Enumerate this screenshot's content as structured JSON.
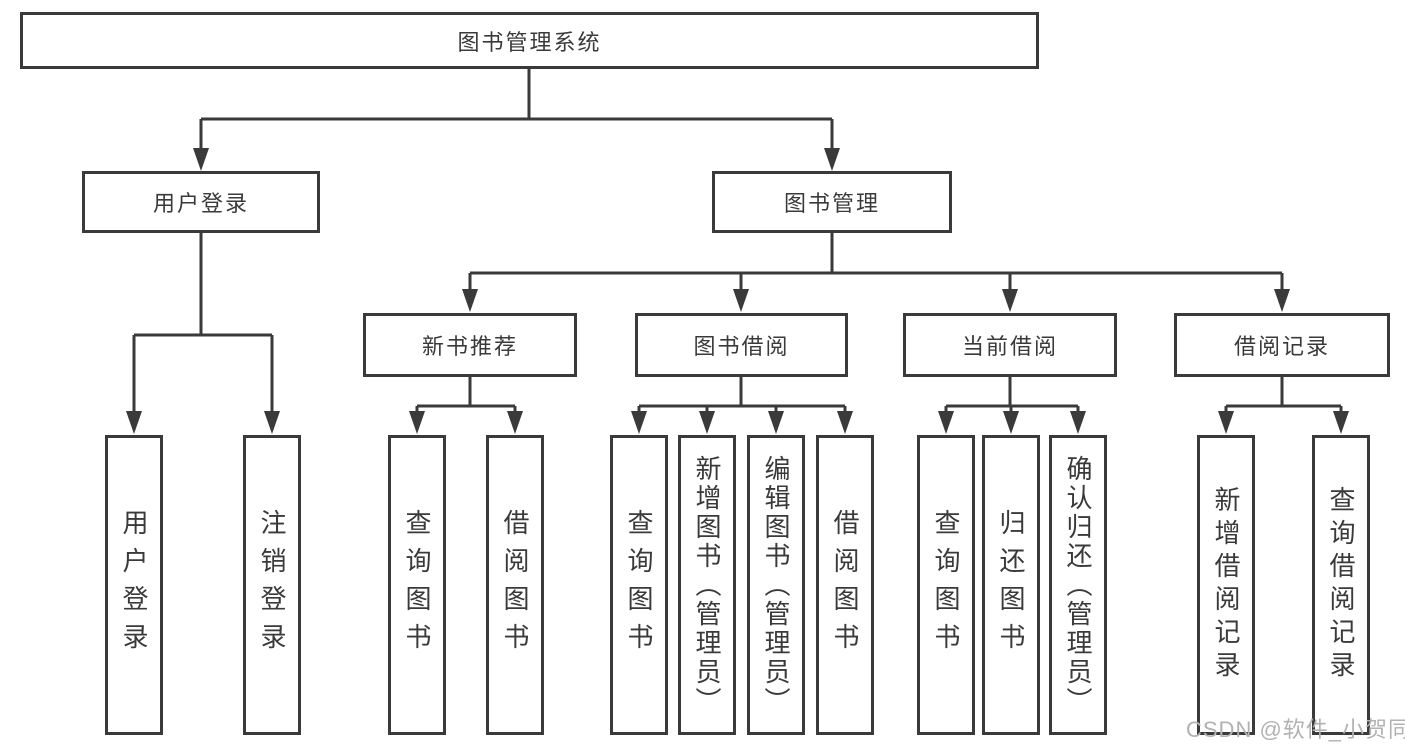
{
  "colors": {
    "stroke": "#3a3a3a",
    "text": "#3a3a3a",
    "watermark": "#b2b2b2",
    "background": "#ffffff"
  },
  "watermark": "CSDN @软件_小贺同学",
  "nodes": {
    "root": {
      "label": "图书管理系统"
    },
    "level2": [
      {
        "label": "用户登录"
      },
      {
        "label": "图书管理"
      }
    ],
    "level3": [
      {
        "label": "新书推荐"
      },
      {
        "label": "图书借阅"
      },
      {
        "label": "当前借阅"
      },
      {
        "label": "借阅记录"
      }
    ],
    "leaves": [
      {
        "label": "用户登录"
      },
      {
        "label": "注销登录"
      },
      {
        "label": "查询图书"
      },
      {
        "label": "借阅图书"
      },
      {
        "label": "查询图书"
      },
      {
        "label": "新增图书（管理员）"
      },
      {
        "label": "编辑图书（管理员）"
      },
      {
        "label": "借阅图书"
      },
      {
        "label": "查询图书"
      },
      {
        "label": "归还图书"
      },
      {
        "label": "确认归还（管理员）"
      },
      {
        "label": "新增借阅记录"
      },
      {
        "label": "查询借阅记录"
      }
    ]
  }
}
